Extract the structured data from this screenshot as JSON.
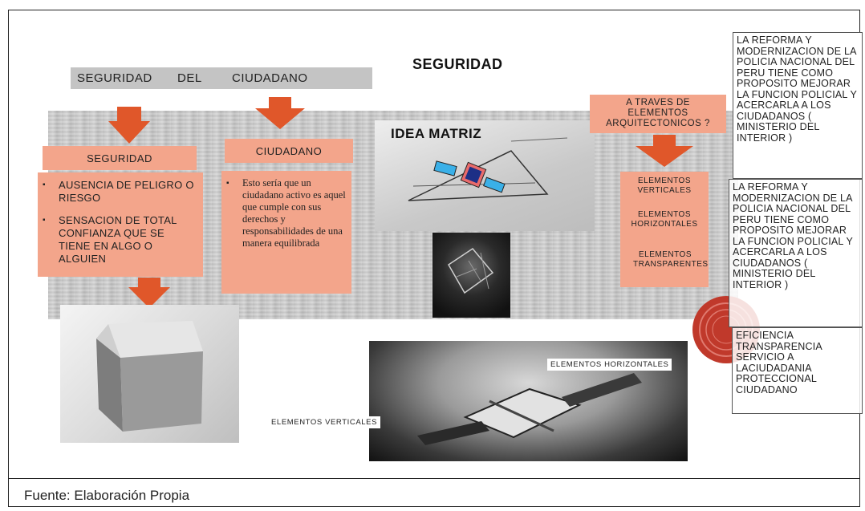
{
  "title": "SEGURIDAD",
  "top_bar": {
    "word1": "SEGURIDAD",
    "word2": "DEL",
    "word3": "CIUDADANO"
  },
  "left_column": {
    "label": "SEGURIDAD",
    "bullets": [
      "AUSENCIA DE PELIGRO O RIESGO",
      "SENSACION DE TOTAL CONFIANZA QUE SE TIENE EN ALGO O ALGUIEN"
    ]
  },
  "middle_column": {
    "label": "CIUDADANO",
    "bullets": [
      "Esto sería que un ciudadano activo es aquel que cumple con sus derechos y responsabilidades de una manera equilibrada"
    ]
  },
  "idea_matriz": "IDEA MATRIZ",
  "architectural": {
    "question": "A TRAVES DE ELEMENTOS ARQUITECTONICOS ?",
    "items": [
      "ELEMENTOS VERTICALES",
      "ELEMENTOS HORIZONTALES",
      "ELEMENTOS TRANSPARENTES"
    ]
  },
  "photo_labels": {
    "horizontal": "ELEMENTOS HORIZONTALES",
    "vertical": "ELEMENTOS VERTICALES"
  },
  "right_boxes": [
    "LA REFORMA Y MODERNIZACION DE LA POLICIA NACIONAL DEL PERU TIENE COMO PROPOSITO MEJORAR LA FUNCION POLICIAL Y ACERCARLA A LOS CIUDADANOS ( MINISTERIO DEL INTERIOR )",
    "LA REFORMA Y MODERNIZACION DE LA POLICIA NACIONAL DEL PERU TIENE COMO PROPOSITO MEJORAR LA FUNCION POLICIAL Y ACERCARLA A LOS CIUDADANOS ( MINISTERIO DEL INTERIOR )",
    "EFICIENCIA TRANSPARENCIA SERVICIO A LACIUDADANIA PROTECCIONAL CIUDADANO"
  ],
  "footer": "Fuente: Elaboración Propia",
  "colors": {
    "salmon": "#f3a58b",
    "arrow": "#e0572a",
    "gray_bar": "#c4c4c4",
    "seal": "#c0392b"
  }
}
